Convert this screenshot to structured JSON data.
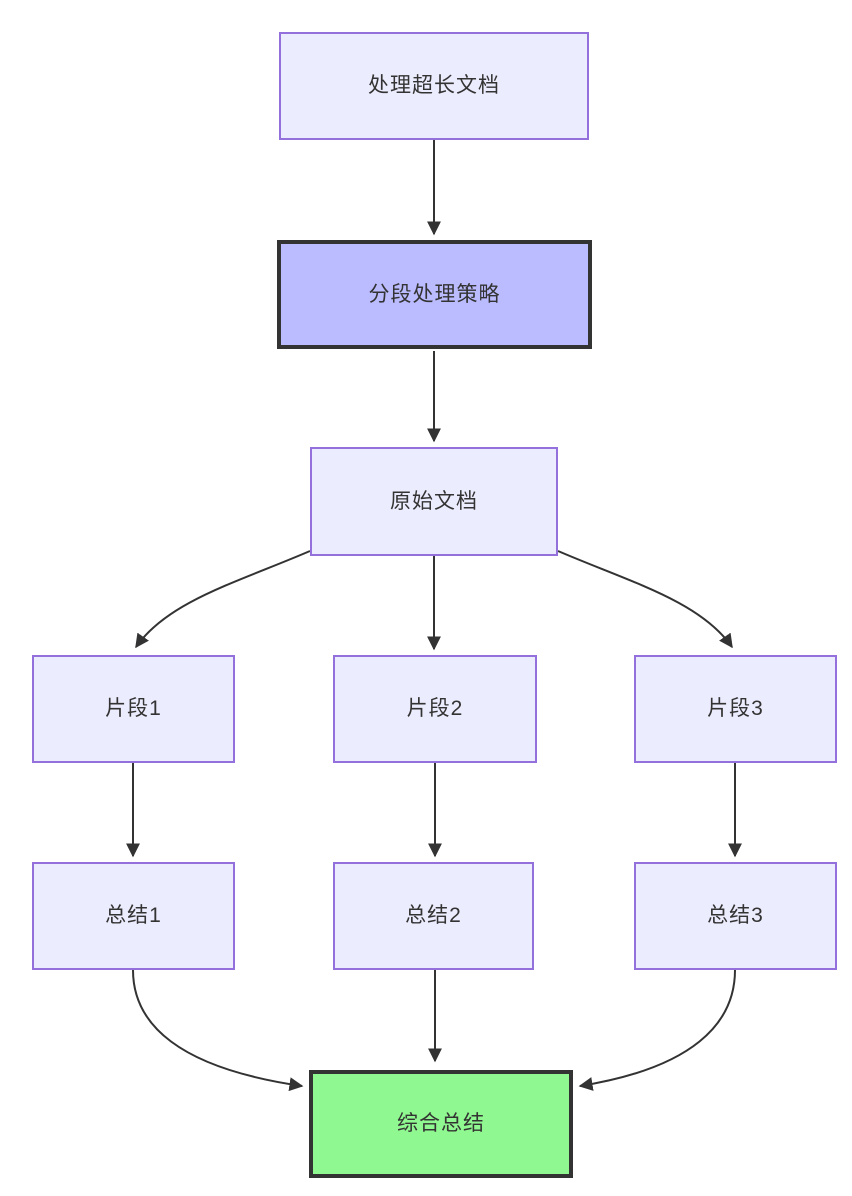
{
  "diagram": {
    "type": "flowchart",
    "direction": "top-down",
    "background_color": "#ffffff",
    "nodes": {
      "A": {
        "label": "处理超长文档",
        "type": "default"
      },
      "B": {
        "label": "分段处理策略",
        "type": "emphasis"
      },
      "C": {
        "label": "原始文档",
        "type": "default"
      },
      "D1": {
        "label": "片段1",
        "type": "default"
      },
      "D2": {
        "label": "片段2",
        "type": "default"
      },
      "D3": {
        "label": "片段3",
        "type": "default"
      },
      "E1": {
        "label": "总结1",
        "type": "default"
      },
      "E2": {
        "label": "总结2",
        "type": "default"
      },
      "E3": {
        "label": "总结3",
        "type": "default"
      },
      "F": {
        "label": "综合总结",
        "type": "result"
      }
    },
    "edges": [
      {
        "from": "处理超长文档",
        "to": "分段处理策略",
        "style": "straight-down"
      },
      {
        "from": "分段处理策略",
        "to": "原始文档",
        "style": "straight-down"
      },
      {
        "from": "原始文档",
        "to": "片段1",
        "style": "curve-left"
      },
      {
        "from": "原始文档",
        "to": "片段2",
        "style": "straight-down"
      },
      {
        "from": "原始文档",
        "to": "片段3",
        "style": "curve-right"
      },
      {
        "from": "片段1",
        "to": "总结1",
        "style": "straight-down"
      },
      {
        "from": "片段2",
        "to": "总结2",
        "style": "straight-down"
      },
      {
        "from": "片段3",
        "to": "总结3",
        "style": "straight-down"
      },
      {
        "from": "总结1",
        "to": "综合总结",
        "style": "curve-right-in"
      },
      {
        "from": "总结2",
        "to": "综合总结",
        "style": "straight-down"
      },
      {
        "from": "总结3",
        "to": "综合总结",
        "style": "curve-left-in"
      }
    ],
    "styles": {
      "default": {
        "fill": "#ECECFF",
        "stroke": "#9370DB",
        "stroke_width": 2
      },
      "emphasis": {
        "fill": "#BBBBFF",
        "stroke": "#333333",
        "stroke_width": 4
      },
      "result": {
        "fill": "#90F890",
        "stroke": "#333333",
        "stroke_width": 4
      },
      "edge_color": "#333333",
      "text_color": "#333333"
    }
  }
}
